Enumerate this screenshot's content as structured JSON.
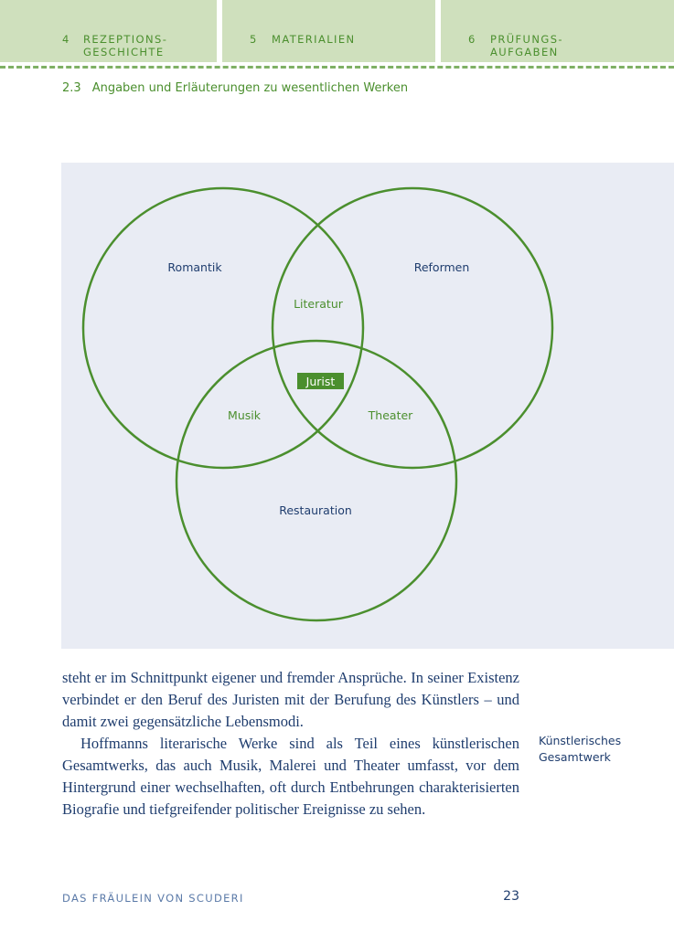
{
  "header": {
    "tabs": [
      {
        "number": "4",
        "line1": "REZEPTIONS-",
        "line2": "GESCHICHTE"
      },
      {
        "number": "5",
        "line1": "MATERIALIEN",
        "line2": ""
      },
      {
        "number": "6",
        "line1": "PRÜFUNGS-",
        "line2": "AUFGABEN"
      }
    ]
  },
  "section": {
    "number": "2.3",
    "title": "Angaben und Erläuterungen zu wesentlichen Werken"
  },
  "diagram": {
    "circles": {
      "top_left": "Romantik",
      "top_right": "Reformen",
      "bottom": "Restauration"
    },
    "intersections": {
      "top": "Literatur",
      "left": "Musik",
      "right": "Theater",
      "center": "Jurist"
    }
  },
  "body": {
    "paragraph1": "steht er im Schnittpunkt eigener und fremder Ansprüche. In seiner Existenz verbindet er den Beruf des Juristen mit der Berufung des Künstlers – und damit zwei gegensätzliche Lebensmodi.",
    "paragraph2": "Hoffmanns literarische Werke sind als Teil eines künstlerischen Gesamtwerks, das auch Musik, Malerei und Theater umfasst, vor dem Hintergrund einer wechselhaften, oft durch Entbehrungen charakterisierten Biografie und tiefgreifender politischer Ereignisse zu sehen."
  },
  "margin_note": {
    "line1": "Künstlerisches",
    "line2": "Gesamtwerk"
  },
  "footer": {
    "book_title": "DAS FRÄULEIN VON SCUDERI",
    "page_number": "23"
  },
  "colors": {
    "accent_green": "#4b8f2e",
    "tab_bg": "#cfe0bd",
    "text_blue": "#1f3d6e",
    "diagram_bg": "#e9ecf4"
  }
}
